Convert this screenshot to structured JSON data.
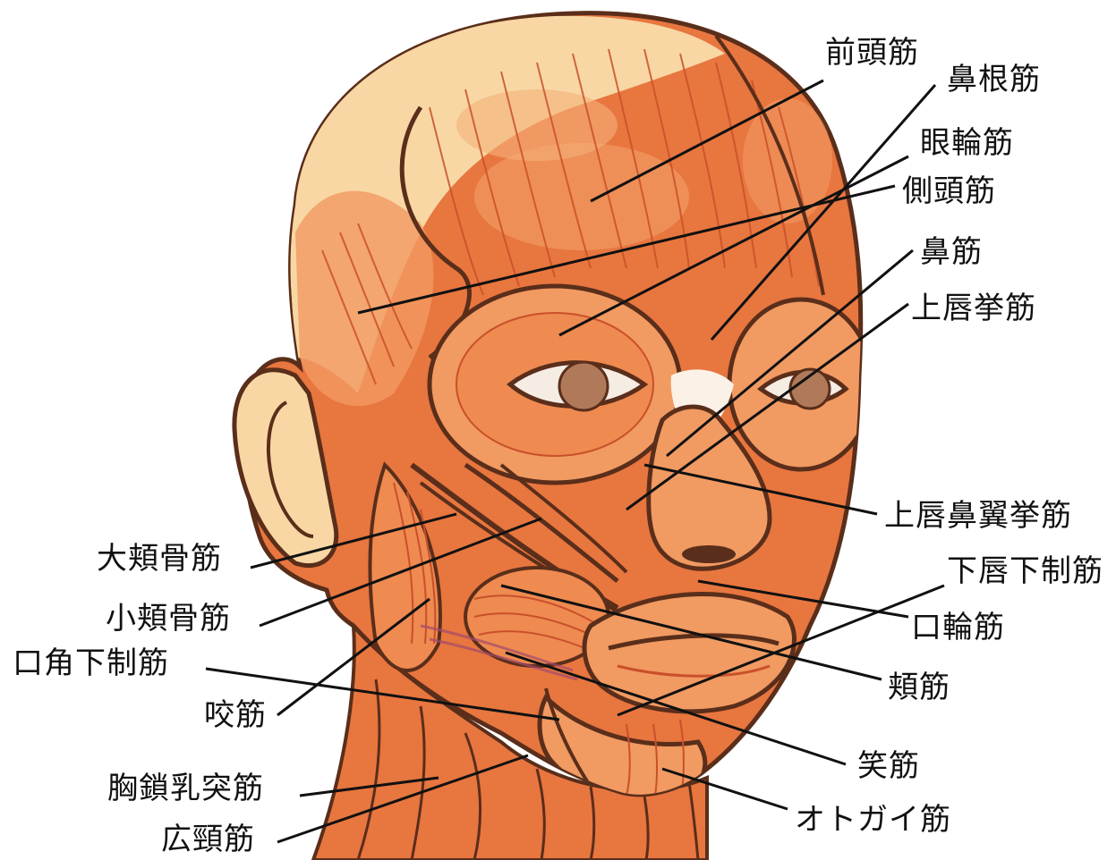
{
  "labels": {
    "frontalis": "前頭筋",
    "procerus": "鼻根筋",
    "orbicularis_oculi": "眼輪筋",
    "temporalis": "側頭筋",
    "nasalis": "鼻筋",
    "levator_labii_superioris": "上唇挙筋",
    "levator_labii_alaeque_nasi": "上唇鼻翼挙筋",
    "depressor_labii_inferioris": "下唇下制筋",
    "orbicularis_oris": "口輪筋",
    "buccinator": "頬筋",
    "risorius": "笑筋",
    "mentalis": "オトガイ筋",
    "zygomaticus_major": "大頬骨筋",
    "zygomaticus_minor": "小頬骨筋",
    "depressor_anguli_oris": "口角下制筋",
    "masseter": "咬筋",
    "sternocleidomastoid": "胸鎖乳突筋",
    "platysma": "広頸筋"
  },
  "colors": {
    "skin_light": "#f8d7a4",
    "muscle_base": "#e8763f",
    "muscle_light": "#f19a62",
    "muscle_dark": "#c9502a",
    "outline": "#5a2e1a",
    "eye_white": "#f5ece4",
    "iris": "#b07a5a",
    "leader_line": "#111111"
  }
}
